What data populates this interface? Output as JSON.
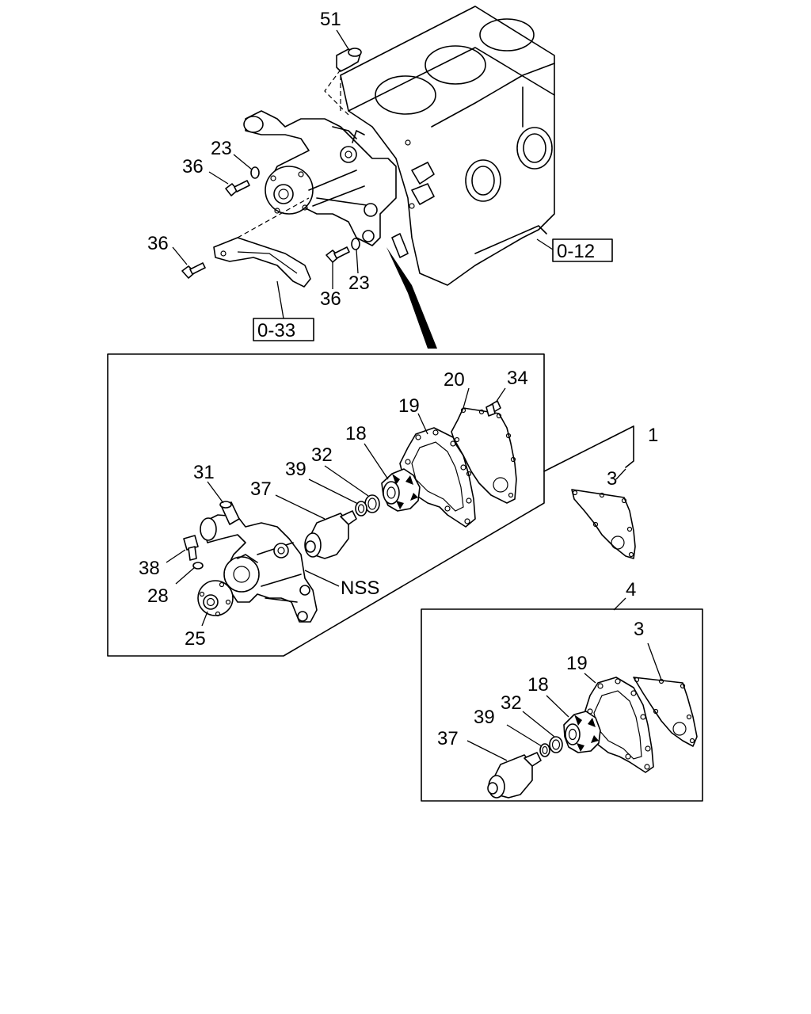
{
  "callouts": {
    "c51": "51",
    "c23a": "23",
    "c36a": "36",
    "c36b": "36",
    "c36c": "36",
    "c23b": "23",
    "c20": "20",
    "c34": "34",
    "c19": "19",
    "c18": "18",
    "c32": "32",
    "c39": "39",
    "c37": "37",
    "c31": "31",
    "c38": "38",
    "c28": "28",
    "c25": "25",
    "nss": "NSS",
    "c1": "1",
    "c3a": "3",
    "c4": "4",
    "c3b": "3",
    "c19b": "19",
    "c18b": "18",
    "c32b": "32",
    "c39b": "39",
    "c37b": "37"
  },
  "references": {
    "r012": "0-12",
    "r033": "0-33"
  }
}
